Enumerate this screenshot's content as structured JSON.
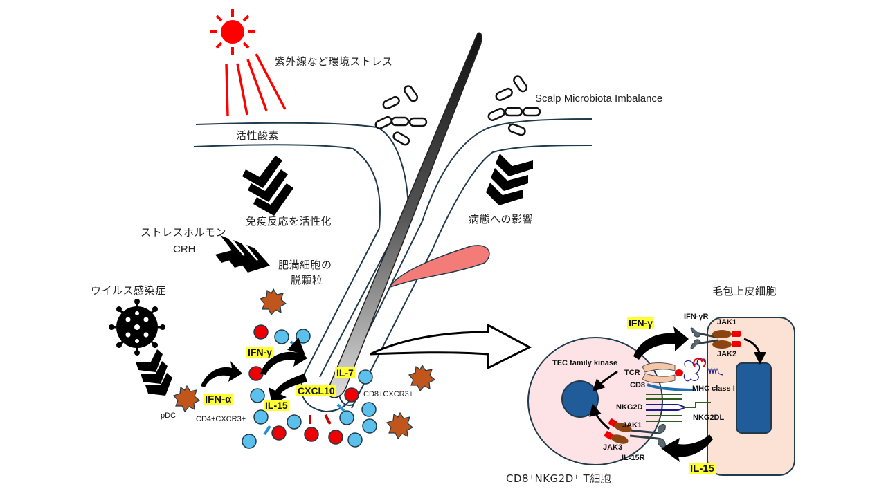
{
  "diagram": {
    "title_labels": {
      "uv_stress": "紫外線など環境ストレス",
      "ros": "活性酸素",
      "immune_activation": "免疫反応を活性化",
      "microbiota": "Scalp Microbiota Imbalance",
      "pathology_effect": "病態への影響",
      "stress_hormone": "ストレスホルモン",
      "crh": "CRH",
      "mast_cell_line1": "肥満細胞の",
      "mast_cell_line2": "脱顆粒",
      "viral_infection": "ウイルス感染症",
      "pdc": "pDC",
      "cd4": "CD4+CXCR3+",
      "cd8": "CD8+CXCR3+",
      "follicle_epithelial_cell": "毛包上皮細胞",
      "t_cell": "CD8⁺NKG2D⁺ T細胞"
    },
    "cytokines": {
      "ifn_alpha": "IFN-α",
      "ifn_gamma_left": "IFN-γ",
      "il15_left": "IL-15",
      "cxcl10": "CXCL10",
      "il7": "IL-7",
      "ifn_gamma_right": "IFN-γ",
      "il15_right": "IL-15"
    },
    "molecular_labels": {
      "tec_kinase": "TEC family kinase",
      "tcr": "TCR",
      "cd8": "CD8",
      "mhc": "MHC class I",
      "nkg2d": "NKG2D",
      "nkg2dl": "NKG2DL",
      "jak1_t": "JAK1",
      "jak3": "JAK3",
      "il15r": "IL-15R",
      "ifngr": "IFN-γR",
      "jak1_e": "JAK1",
      "jak2": "JAK2"
    },
    "colors": {
      "sun_red": "#ff0000",
      "hair_dark": "#1a1a1a",
      "outline": "#1f3a4a",
      "gland_pink": "#f47c78",
      "mast_cell": "#c0561c",
      "blue_cell": "#5bc0eb",
      "red_cell": "#ee0000",
      "cytokine_bg": "#ffff33",
      "t_cell_fill": "#fde3e6",
      "epithelial_fill": "#fbe2d5",
      "nucleus": "#1f5c99",
      "jak_brown": "#8b4513",
      "receptor_gray": "#5a6770",
      "nkg2d_green": "#2e5e1e",
      "nkg2d_blue": "#1a1a8c"
    }
  }
}
